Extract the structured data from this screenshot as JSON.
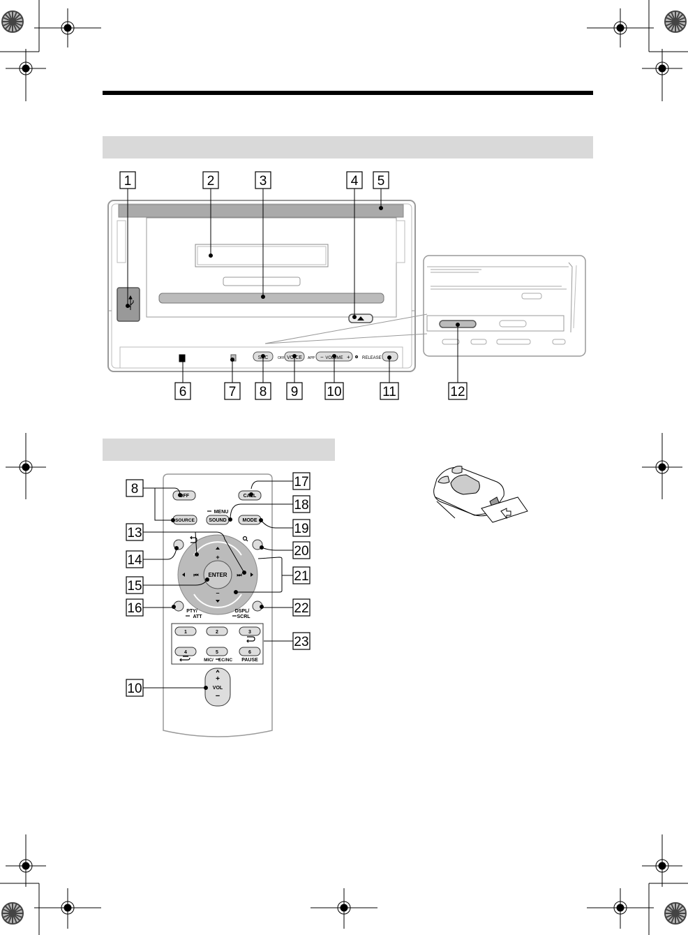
{
  "callouts": {
    "front": [
      "1",
      "2",
      "3",
      "4",
      "5",
      "6",
      "7",
      "8",
      "9",
      "10",
      "11",
      "12"
    ],
    "remote": [
      "8",
      "13",
      "14",
      "15",
      "16",
      "10",
      "17",
      "18",
      "19",
      "20",
      "21",
      "22",
      "23"
    ]
  },
  "front_panel": {
    "src": "SRC",
    "off": "OFF",
    "voice": "VOICE",
    "app": "APP",
    "volume": "VOLUME",
    "minus": "−",
    "plus": "+",
    "release": "RELEASE"
  },
  "remote": {
    "off": "OFF",
    "call": "CALL",
    "source": "SOURCE",
    "sound": "SOUND",
    "menu": "MENU",
    "mode": "MODE",
    "enter": "ENTER",
    "plus": "+",
    "minus": "–",
    "prev": "⏮",
    "next": "⏭",
    "pty": "PTY/",
    "att": "ATT",
    "dspl": "DSPL/",
    "scrl": "SCRL",
    "num1": "1",
    "num2": "2",
    "num3": "3",
    "num4": "4",
    "num5": "5",
    "num6": "6",
    "mic": "MIC/",
    "ecnc": "EC/NC",
    "pause": "PAUSE",
    "vol": "VOL",
    "vol_plus": "+",
    "vol_minus": "−"
  }
}
